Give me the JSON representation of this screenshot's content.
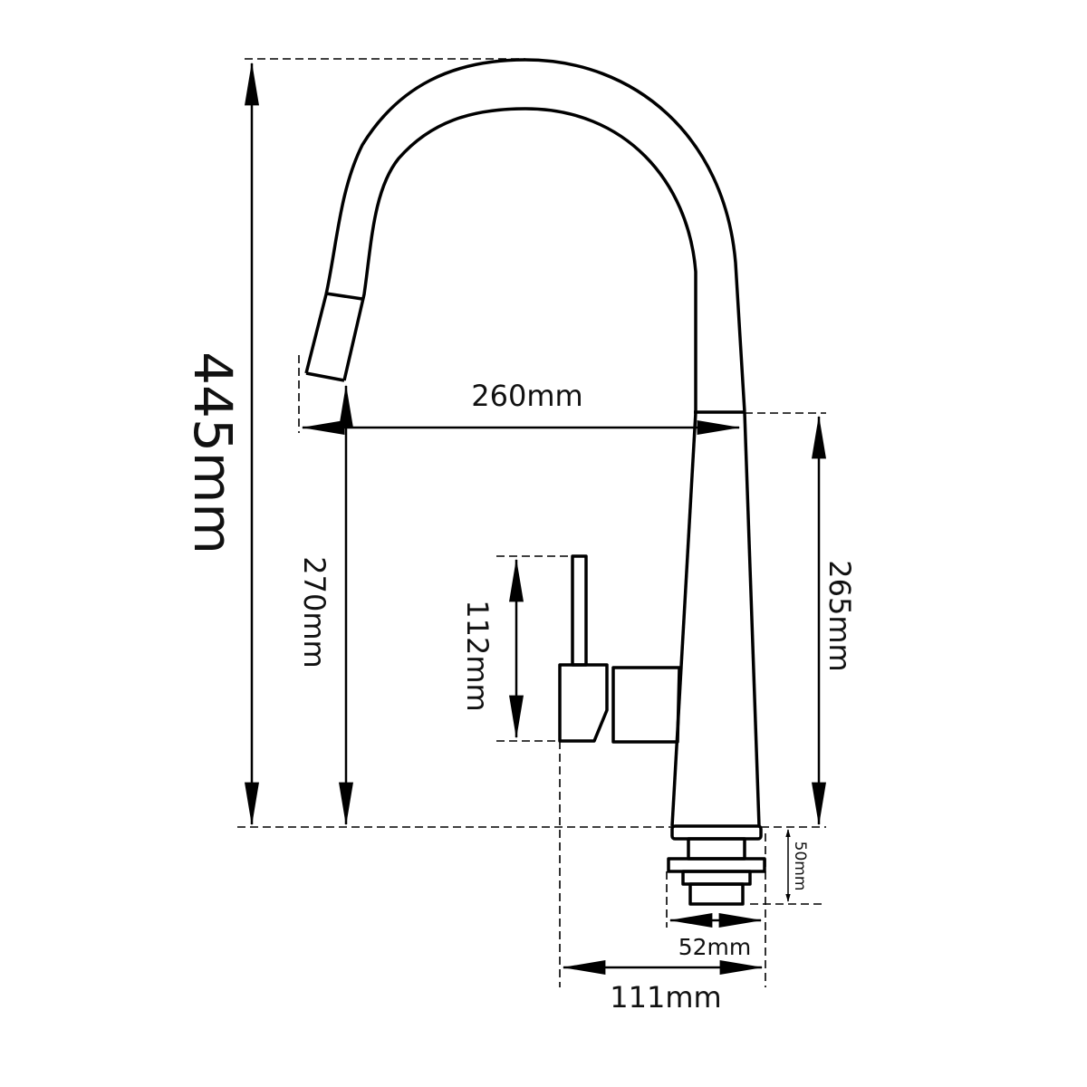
{
  "drawing": {
    "subject": "faucet-side-elevation",
    "line_color": "#000000",
    "background": "#ffffff"
  },
  "dimensions": {
    "total_height": "445mm",
    "spout_reach": "260mm",
    "spout_outlet_height": "270mm",
    "lever_height": "112mm",
    "body_height": "265mm",
    "base_shank_height": "50mm",
    "shank_diameter": "52mm",
    "base_width": "111mm"
  }
}
